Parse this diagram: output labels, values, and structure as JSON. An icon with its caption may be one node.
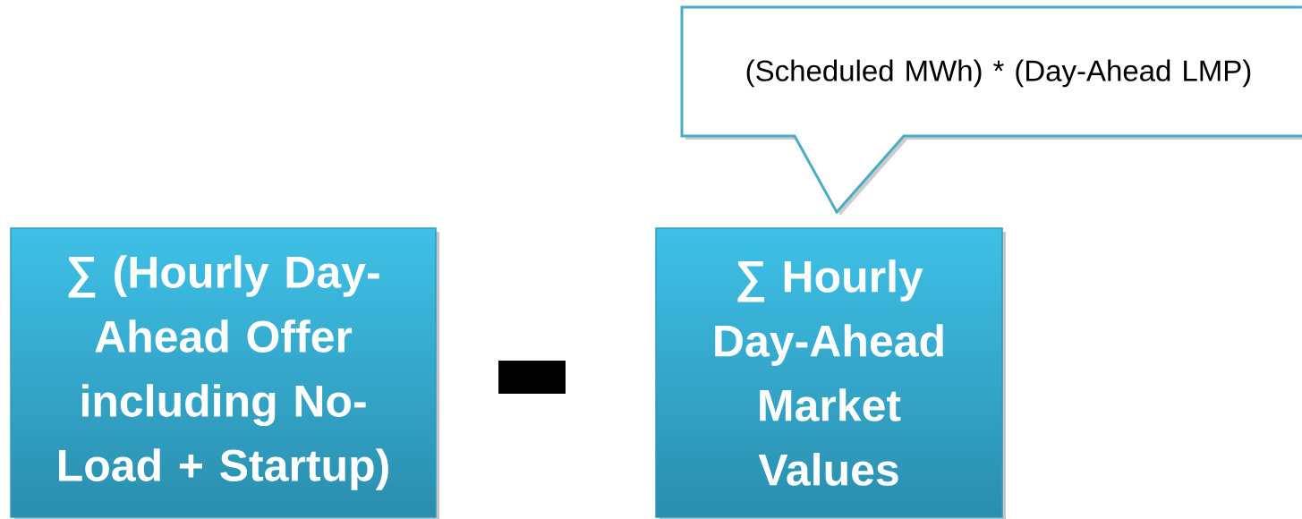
{
  "diagram": {
    "nodes": [
      {
        "text": [
          "∑ (Hourly Day-Ahead Offer including No-Load + Startup)"
        ]
      },
      {
        "text": [],
        "shape": "bar"
      },
      {
        "text": [
          "∑ Hourly Day-Ahead Market Values"
        ]
      },
      {
        "text": [
          "(Scheduled MWh) * (Day-Ahead LMP)"
        ]
      }
    ]
  }
}
